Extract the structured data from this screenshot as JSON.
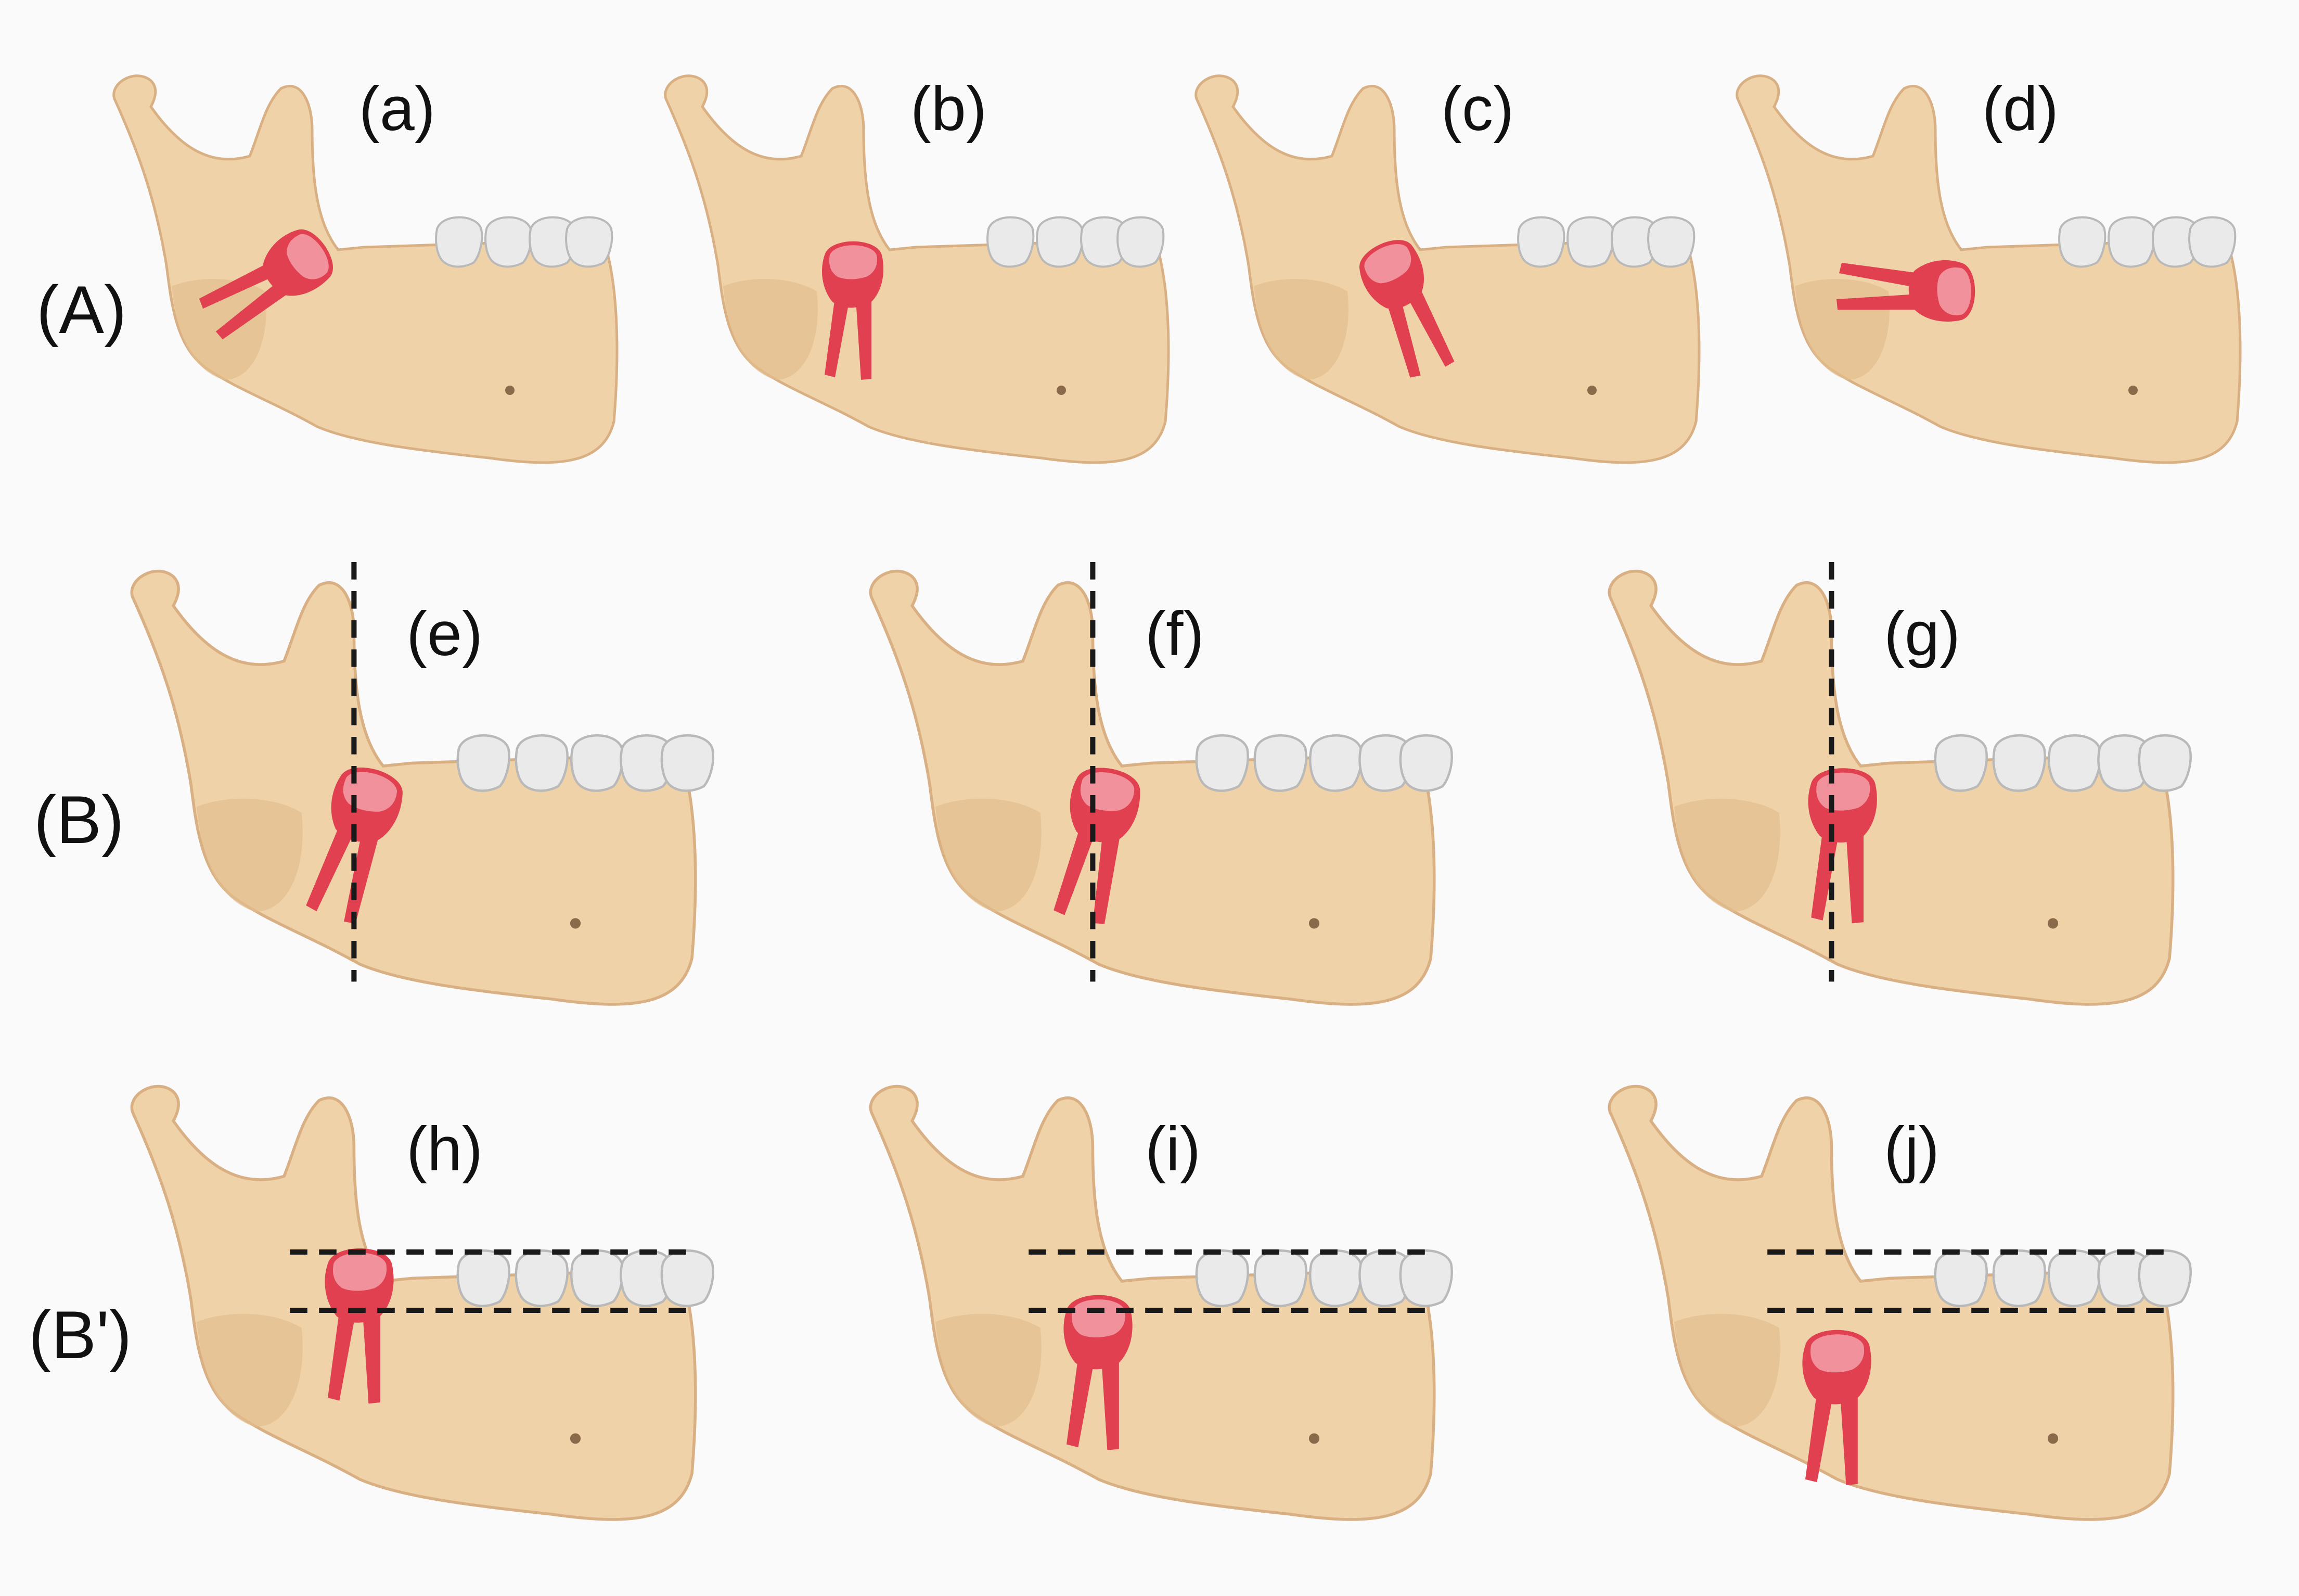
{
  "row_labels": [
    "(A)",
    "(B)",
    "(B')"
  ],
  "panels": [
    {
      "label": "(a)",
      "row": "A",
      "tooth": "mesioangular"
    },
    {
      "label": "(b)",
      "row": "A",
      "tooth": "vertical"
    },
    {
      "label": "(c)",
      "row": "A",
      "tooth": "distoangular"
    },
    {
      "label": "(d)",
      "row": "A",
      "tooth": "horizontal"
    },
    {
      "label": "(e)",
      "row": "B",
      "tooth": "class-1"
    },
    {
      "label": "(f)",
      "row": "B",
      "tooth": "class-2"
    },
    {
      "label": "(g)",
      "row": "B",
      "tooth": "class-3"
    },
    {
      "label": "(h)",
      "row": "B'",
      "tooth": "level-a"
    },
    {
      "label": "(i)",
      "row": "B'",
      "tooth": "level-b"
    },
    {
      "label": "(j)",
      "row": "B'",
      "tooth": "level-c"
    }
  ],
  "colors": {
    "bone": "#f0d2a8",
    "bone_shadow": "#e3bd8e",
    "bone_outline": "#d9b083",
    "tooth_white": "#eaeaea",
    "tooth_outline": "#b9b9b9",
    "impacted_tooth": "#e0404f",
    "impacted_crown": "#f2a0a8",
    "reference_line": "#1a1a1a"
  }
}
